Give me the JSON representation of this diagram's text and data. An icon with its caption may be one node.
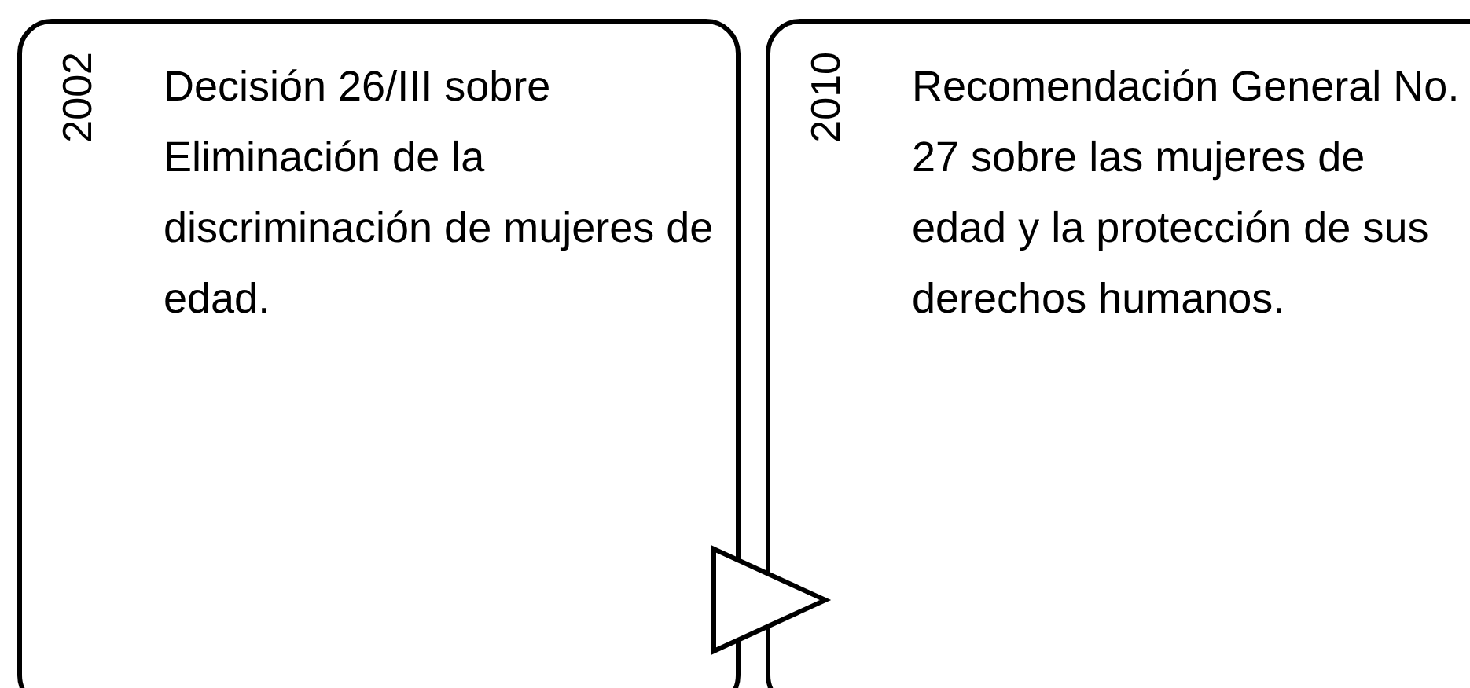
{
  "diagram": {
    "nodes": [
      {
        "text": [
          "2002",
          "Decisión 26/III sobre Eliminación de la discriminación de mujeres de edad."
        ]
      },
      {
        "text": [
          "2010",
          "Recomendación General No. 27 sobre las mujeres de edad y la protección de sus derechos humanos."
        ]
      }
    ],
    "edges": [
      {
        "from": 0,
        "to": 1,
        "arrow": "to"
      }
    ]
  }
}
